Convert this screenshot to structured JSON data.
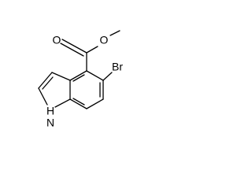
{
  "molecule": {
    "atoms": {
      "carbonyl_o": "O",
      "ester_o": "O",
      "bromine": "Br",
      "nh": "H",
      "n": "N"
    }
  },
  "colors": {
    "bond": "#000000",
    "background": "#ffffff"
  }
}
